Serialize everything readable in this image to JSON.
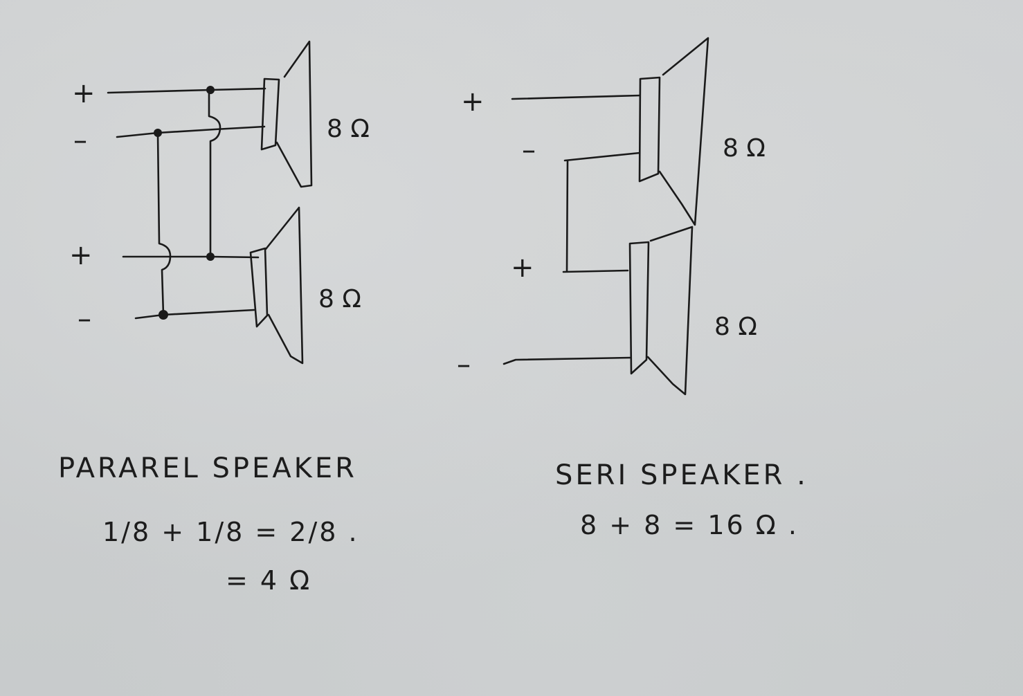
{
  "parallel": {
    "title": "PARAREL SPEAKER",
    "equation_line1": "1/8 + 1/8 = 2/8 .",
    "equation_line2": "= 4 Ω",
    "speaker_top": {
      "impedance": "8 Ω"
    },
    "speaker_bottom": {
      "impedance": "8 Ω"
    },
    "terminals": {
      "top_plus": "+",
      "top_minus": "–",
      "bottom_plus": "+",
      "bottom_minus": "–"
    }
  },
  "series": {
    "title": "SERI SPEAKER .",
    "equation": "8 + 8 = 16 Ω .",
    "speaker_top": {
      "impedance": "8 Ω"
    },
    "speaker_bottom": {
      "impedance": "8 Ω"
    },
    "terminals": {
      "plus": "+",
      "minus_top": "–",
      "plus_middle": "+",
      "minus": "–"
    }
  },
  "colors": {
    "paper": "#c9cccd",
    "ink": "#1a1a1a"
  }
}
